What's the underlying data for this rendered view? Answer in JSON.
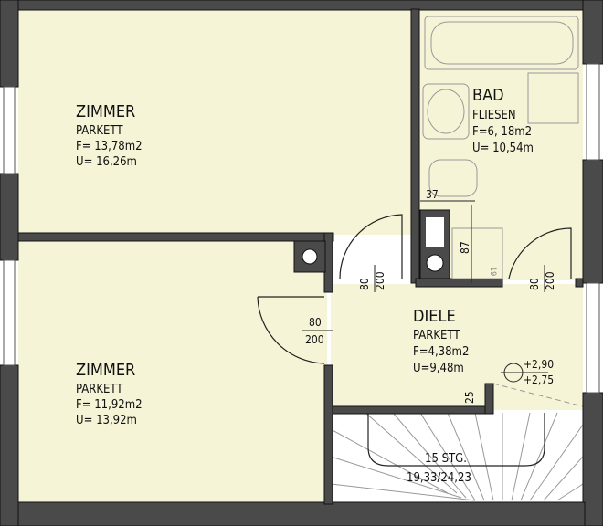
{
  "colors": {
    "floor": "#f6f4d6",
    "wall": "#4a4a4a",
    "stair": "#ffffff"
  },
  "rooms": {
    "zimmer1": {
      "name": "ZIMMER",
      "floor": "PARKETT",
      "area": "F= 13,78m2",
      "perimeter": "U= 16,26m"
    },
    "zimmer2": {
      "name": "ZIMMER",
      "floor": "PARKETT",
      "area": "F= 11,92m2",
      "perimeter": "U= 13,92m"
    },
    "bad": {
      "name": "BAD",
      "floor": "FLIESEN",
      "area": "F=6, 18m2",
      "perimeter": "U= 10,54m"
    },
    "diele": {
      "name": "DIELE",
      "floor": "PARKETT",
      "area": "F=4,38m2",
      "perimeter": "U=9,48m"
    }
  },
  "doors": [
    {
      "width": "80",
      "height": "200"
    },
    {
      "width": "80",
      "height": "200"
    },
    {
      "width": "80",
      "height": "200"
    }
  ],
  "dimensions": {
    "shaft_width": "37",
    "shaft_depth": "87",
    "small": "19",
    "step": "25"
  },
  "levels": {
    "upper": "+2,90",
    "lower": "+2,75"
  },
  "stairs": {
    "steps": "15  STG.",
    "ratio": "19,33/24,23"
  }
}
